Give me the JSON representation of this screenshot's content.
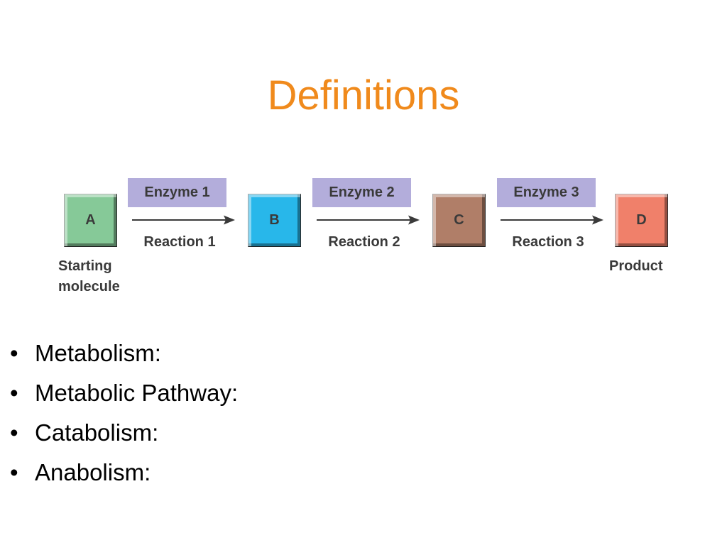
{
  "slide": {
    "title": "Definitions"
  },
  "pathway": {
    "nodes": [
      {
        "label": "A",
        "color": "#86c998"
      },
      {
        "label": "B",
        "color": "#28b7ea"
      },
      {
        "label": "C",
        "color": "#b07e68"
      },
      {
        "label": "D",
        "color": "#f0806a"
      }
    ],
    "enzymes": [
      "Enzyme 1",
      "Enzyme 2",
      "Enzyme 3"
    ],
    "reactions": [
      "Reaction 1",
      "Reaction 2",
      "Reaction 3"
    ],
    "start_caption": [
      "Starting",
      "molecule"
    ],
    "end_caption": "Product",
    "enzyme_box_color": "#b3addb"
  },
  "bullets": {
    "marker": "•",
    "items": [
      "Metabolism:",
      "Metabolic Pathway:",
      "Catabolism:",
      "Anabolism:"
    ]
  },
  "colors": {
    "title": "#f08a1c",
    "diagram_text": "#3a3a3a",
    "body_text": "#000000"
  }
}
